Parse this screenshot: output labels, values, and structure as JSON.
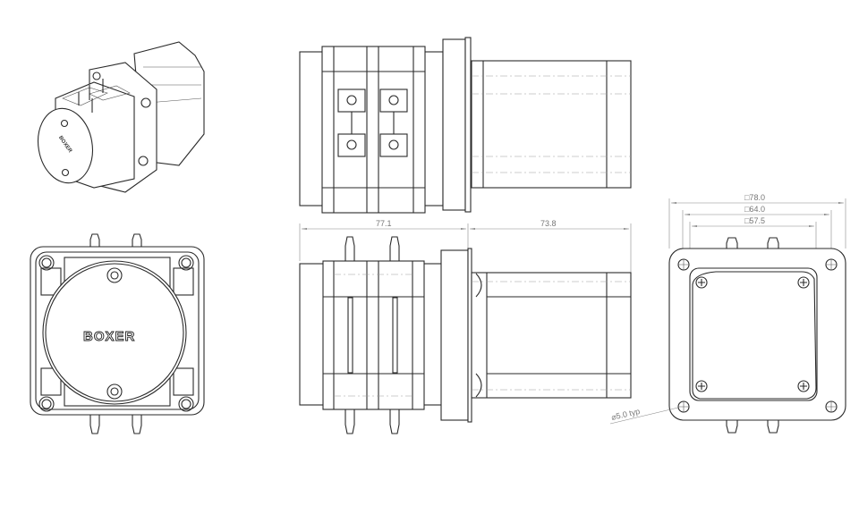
{
  "drawing": {
    "brand_label": "BOXER",
    "dimensions": {
      "pump_head_length": "77.1",
      "motor_length": "73.8",
      "flange_outer": "□78.0",
      "hole_spacing": "□64.0",
      "motor_square": "□57.5",
      "hole_diameter": "⌀5.0 typ"
    },
    "colors": {
      "line": "#2a2a2a",
      "dimension": "#777777",
      "background": "#ffffff"
    }
  }
}
